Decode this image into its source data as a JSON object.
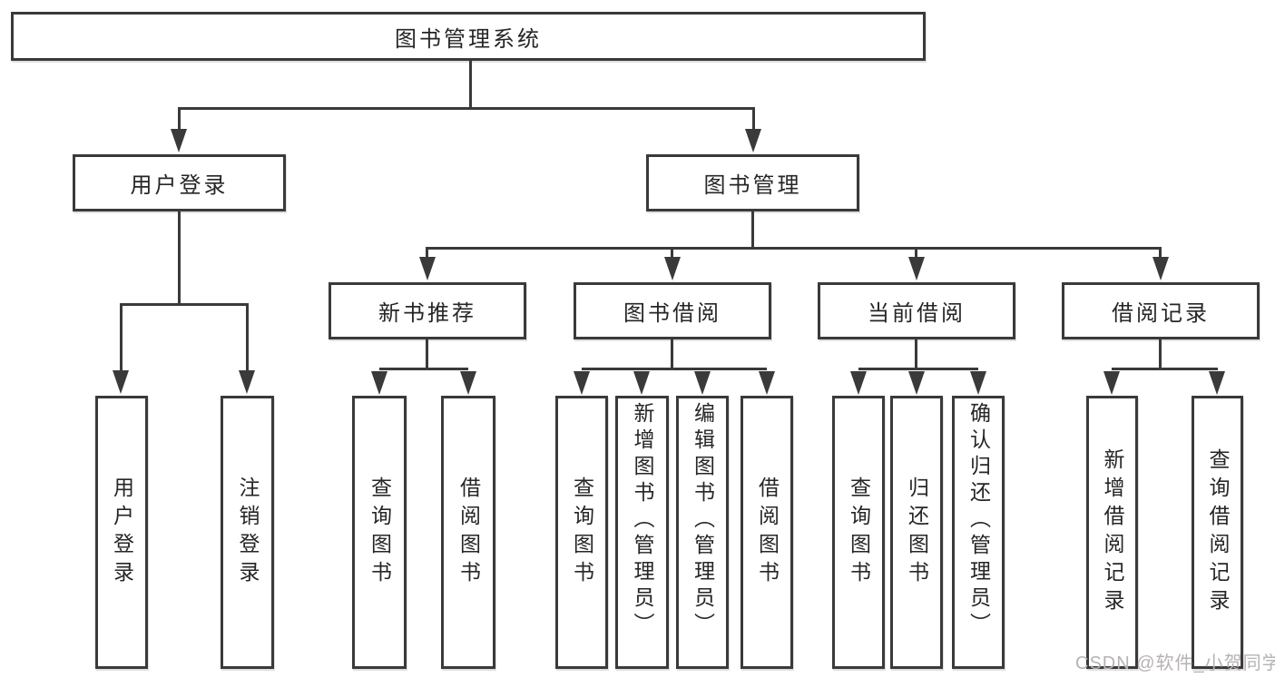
{
  "diagram": {
    "title": "图书管理系统",
    "root": {
      "label": "图书管理系统"
    },
    "level2": [
      {
        "label": "用户登录"
      },
      {
        "label": "图书管理"
      }
    ],
    "level3": [
      {
        "label": "新书推荐"
      },
      {
        "label": "图书借阅"
      },
      {
        "label": "当前借阅"
      },
      {
        "label": "借阅记录"
      }
    ],
    "leaves": {
      "user_login": [
        {
          "label": "用户登录"
        },
        {
          "label": "注销登录"
        }
      ],
      "new_book_recommend": [
        {
          "label": "查询图书"
        },
        {
          "label": "借阅图书"
        }
      ],
      "book_borrow": [
        {
          "label": "查询图书"
        },
        {
          "label": "新增图书（管理员）"
        },
        {
          "label": "编辑图书（管理员）"
        },
        {
          "label": "借阅图书"
        }
      ],
      "current_borrow": [
        {
          "label": "查询图书"
        },
        {
          "label": "归还图书"
        },
        {
          "label": "确认归还（管理员）"
        }
      ],
      "borrow_records": [
        {
          "label": "新增借阅记录"
        },
        {
          "label": "查询借阅记录"
        }
      ]
    },
    "watermark": "CSDN @软件_小贺同学",
    "colors": {
      "line": "#3a3a3a",
      "text": "#262626",
      "watermark": "#b7b2b2",
      "background": "#ffffff"
    }
  }
}
